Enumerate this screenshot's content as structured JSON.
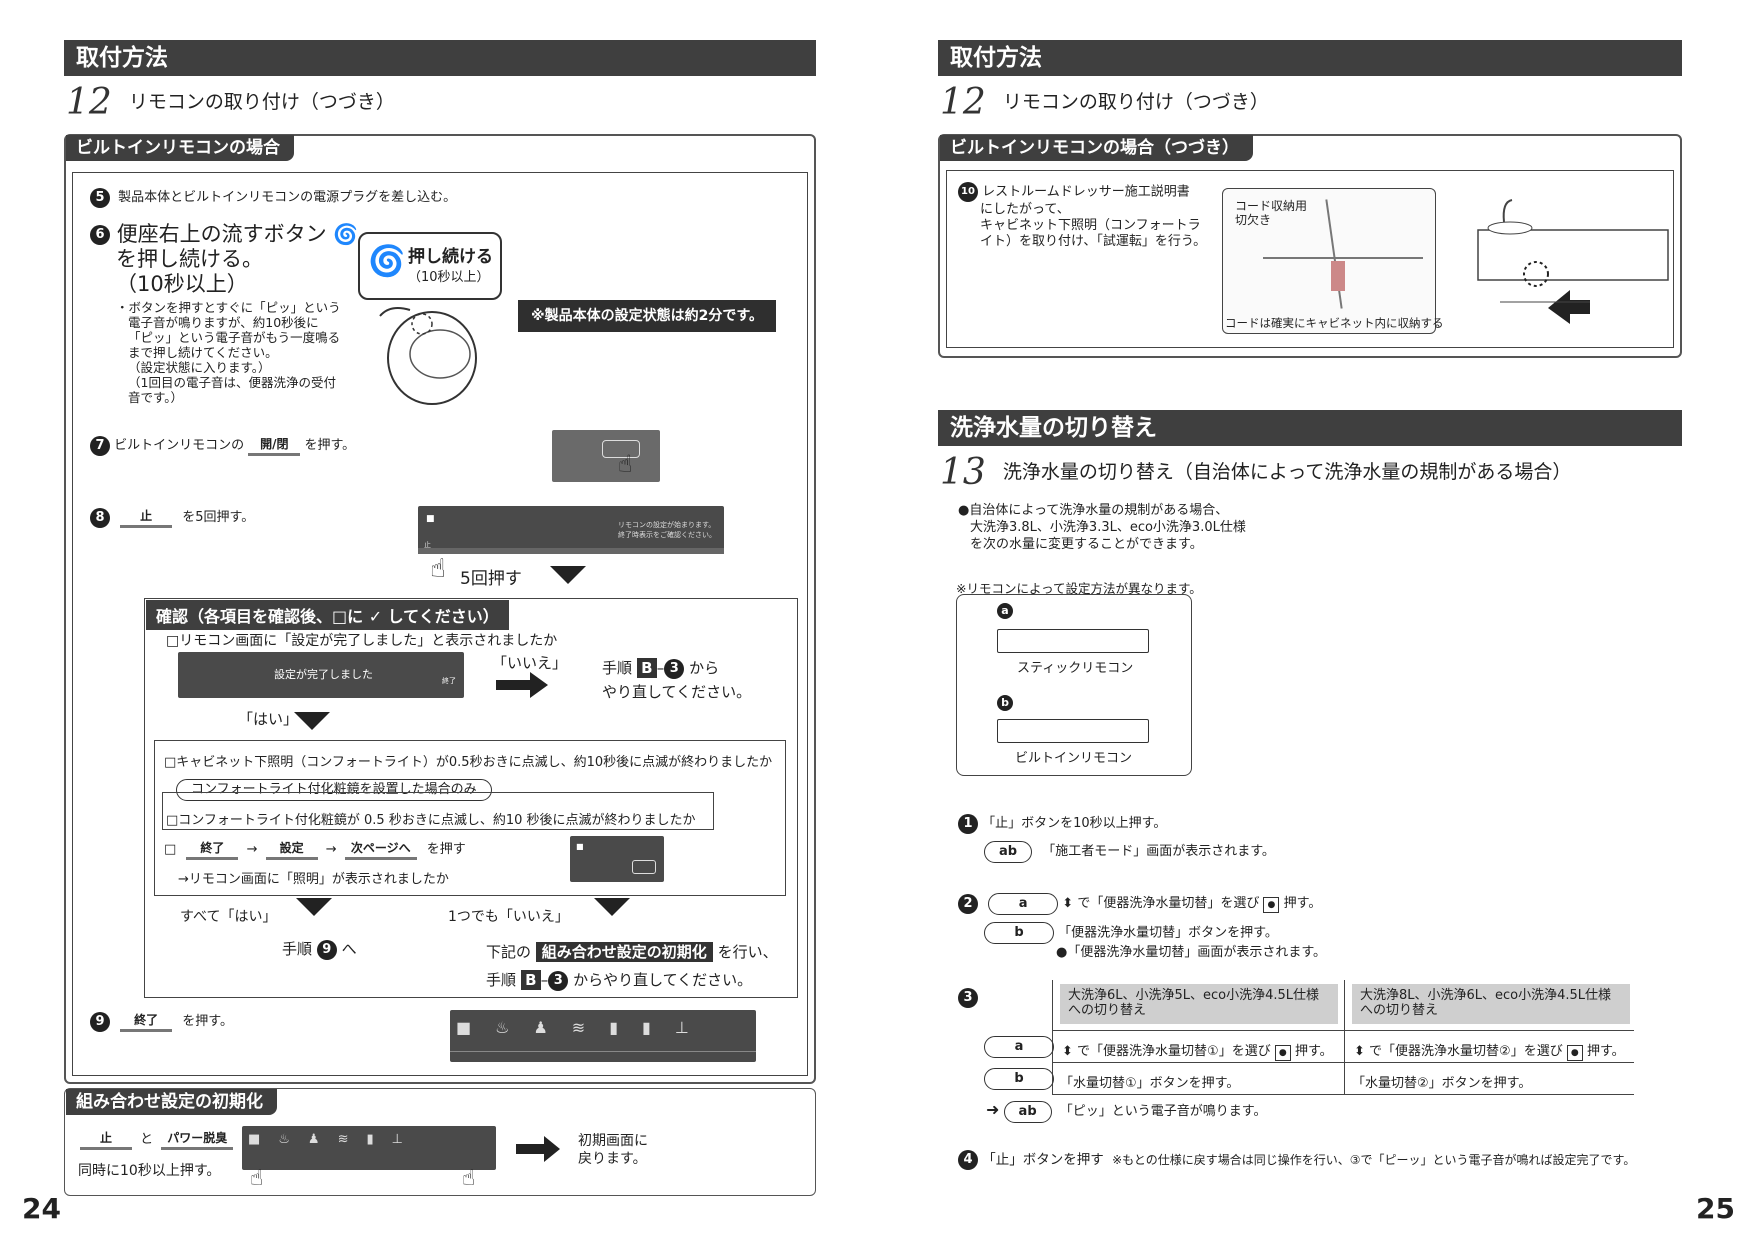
{
  "left": {
    "header": "取付方法",
    "step_number": "12",
    "step_title": "リモコンの取り付け（つづき）",
    "section_tab": "ビルトインリモコンの場合",
    "s5": "製品本体とビルトインリモコンの電源プラグを差し込む。",
    "s6_title_1": "便座右上の流すボタン",
    "s6_title_2": "を押し続ける。",
    "s6_title_3": "（10秒以上）",
    "s6_notes": [
      "・ボタンを押すとすぐに「ピッ」という",
      "電子音が鳴りますが、約10秒後に",
      "「ピッ」という電子音がもう一度鳴る",
      "まで押し続けてください。",
      "（設定状態に入ります。）",
      "（1回目の電子音は、便器洗浄の受付",
      "音です。）"
    ],
    "bubble_1": "押し続ける",
    "bubble_2": "（10秒以上）",
    "setting_note": "※製品本体の設定状態は約2分です。",
    "s7_pre": "ビルトインリモコンの",
    "s7_key": "開/閉",
    "s7_post": "を押す。",
    "s8_key": "止",
    "s8_post": "を5回押す。",
    "press5": "5回押す",
    "remote_msg_1": "リモコンの設定が始まります。",
    "remote_msg_2": "終了時表示をご確認ください。",
    "remote_stop": "止",
    "confirm_tab": "確認（各項目を確認後、□に ✓ してください）",
    "c1": "□リモコン画面に「設定が完了しました」と表示されましたか",
    "c1_screen": "設定が完了しました",
    "c1_screen_end": "終了",
    "iie": "「いいえ」",
    "retry_1_pre": "手順",
    "retry_1_letter": "B",
    "retry_1_num": "3",
    "retry_1_post": "から",
    "retry_1_line2": "やり直してください。",
    "hai": "「はい」",
    "c2": "□キャビネット下照明（コンフォートライト）が0.5秒おきに点滅し、約10秒後に点滅が終わりましたか",
    "c3_pill": "コンフォートライト付化粧鏡を設置した場合のみ",
    "c3": "□コンフォートライト付化粧鏡が 0.5 秒おきに点滅し、約10 秒後に点滅が終わりましたか",
    "c4_box": "□",
    "c4_k1": "終了",
    "c4_k2": "設定",
    "c4_k3": "次ページへ",
    "c4_post": "を押す",
    "c4_line2": "→リモコン画面に「照明」が表示されましたか",
    "all_yes": "すべて「はい」",
    "any_no": "1つでも「いいえ」",
    "goto9_pre": "手順",
    "goto9_num": "9",
    "goto9_post": "へ",
    "below_pre": "下記の",
    "below_hl": "組み合わせ設定の初期化",
    "below_post": "を行い、",
    "retry_2_pre": "手順",
    "retry_2_letter": "B",
    "retry_2_num": "3",
    "retry_2_post": "からやり直してください。",
    "s9_key": "終了",
    "s9_post": "を押す。",
    "init_tab": "組み合わせ設定の初期化",
    "init_k1": "止",
    "init_and": "と",
    "init_k2": "パワー脱臭",
    "init_line2": "同時に10秒以上押す。",
    "init_result_1": "初期画面に",
    "init_result_2": "戻ります。",
    "page": "24"
  },
  "right": {
    "header": "取付方法",
    "step_number": "12",
    "step_title": "リモコンの取り付け（つづき）",
    "section_tab": "ビルトインリモコンの場合（つづき）",
    "s10": [
      "レストルームドレッサー施工説明書",
      "にしたがって、",
      "キャビネット下照明（コンフォートラ",
      "イト）を取り付け、「試運転」を行う。"
    ],
    "cord_label_1": "コード収納用",
    "cord_label_2": "切欠き",
    "cord_note": "コードは確実にキャビネット内に収納する",
    "header2": "洗浄水量の切り替え",
    "step13_number": "13",
    "step13_title": "洗浄水量の切り替え（自治体によって洗浄水量の規制がある場合）",
    "intro": [
      "●自治体によって洗浄水量の規制がある場合、",
      "大洗浄3.8L、小洗浄3.3L、eco小洗浄3.0L仕様",
      "を次の水量に変更することができます。"
    ],
    "remote_note": "※リモコンによって設定方法が異なります。",
    "a": "a",
    "b": "b",
    "stick_label": "スティックリモコン",
    "builtin_label": "ビルトインリモコン",
    "q1": "「止」ボタンを10秒以上押す。",
    "q1_ab": "ab",
    "q1_res": "「施工者モード」画面が表示されます。",
    "q2_a": "で「便器洗浄水量切替」を選び",
    "q2_a_post": "押す。",
    "q2_b": "「便器洗浄水量切替」ボタンを押す。",
    "q2_b_res": "●「便器洗浄水量切替」画面が表示されます。",
    "col1_head_1": "大洗浄6L、小洗浄5L、eco小洗浄4.5L仕様",
    "col1_head_2": "への切り替え",
    "col2_head_1": "大洗浄8L、小洗浄6L、eco小洗浄4.5L仕様",
    "col2_head_2": "への切り替え",
    "r_a_1": "で「便器洗浄水量切替①」を選び",
    "r_a_2": "で「便器洗浄水量切替②」を選び",
    "r_a_post": "押す。",
    "r_b_1": "「水量切替①」ボタンを押す。",
    "r_b_2": "「水量切替②」ボタンを押す。",
    "q3_res": "「ピッ」という電子音が鳴ります。",
    "q4": "「止」ボタンを押す",
    "q4_note": "※もとの仕様に戻す場合は同じ操作を行い、③で「ピーッ」という電子音が鳴れば設定完了です。",
    "page": "25"
  },
  "colors": {
    "header_bg": "#3f3f3f",
    "remote_bg": "#4a4a4a",
    "table_head_bg": "#cfcfcf"
  }
}
